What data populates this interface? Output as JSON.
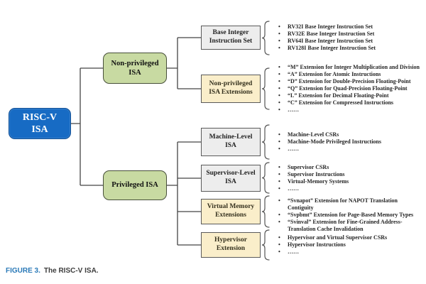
{
  "figure": {
    "root": {
      "label": "RISC-V\nISA",
      "fill": "#176bc4"
    },
    "branches": [
      {
        "label": "Non-privileged\nISA",
        "fill": "#c8daa2"
      },
      {
        "label": "Privileged ISA",
        "fill": "#c8daa2"
      }
    ],
    "groups": [
      {
        "label": "Base Integer\nInstruction Set",
        "type": "gray",
        "items": [
          "RV32I Base Integer Instruction Set",
          "RV32E Base Integer Instruction Set",
          "RV64I Base Integer Instruction Set",
          "RV128I Base Integer Instruction Set"
        ]
      },
      {
        "label": "Non-privileged\nISA Extensions",
        "type": "tan",
        "items": [
          "“M” Extension for Integer Multiplication and Division",
          "“A” Extension for Atomic Instructions",
          "“D” Extension for Double-Precision Floating-Point",
          "“Q” Extension for Quad-Precision Floating-Point",
          "“L” Extension for Decimal Floating-Point",
          "“C” Extension for Compressed Instructions",
          "……"
        ]
      },
      {
        "label": "Machine-Level\nISA",
        "type": "gray",
        "items": [
          "Machine-Level CSRs",
          "Machine-Mode Privileged Instructions",
          "……"
        ]
      },
      {
        "label": "Supervisor-Level\nISA",
        "type": "gray",
        "items": [
          "Supervisor CSRs",
          "Supervisor Instructions",
          "Virtual-Memory Systems",
          "……"
        ]
      },
      {
        "label": "Virtual Memory\nExtensions",
        "type": "tan",
        "items": [
          "“Svnapot” Extension for NAPOT Translation Contiguity",
          "“Svpbmt” Extension for Page-Based Memory Types",
          "“Svinval” Extension for Fine-Grained Address-Translation Cache Invalidation"
        ]
      },
      {
        "label": "Hypervisor\nExtension",
        "type": "tan",
        "items": [
          "Hypervisor and Virtual Supervisor CSRs",
          "Hypervisor Instructions",
          "……"
        ]
      }
    ],
    "caption": {
      "figure_label": "FIGURE 3.",
      "text": "The RISC-V ISA."
    },
    "colors": {
      "root_fill": "#176bc4",
      "branch_fill": "#c8daa2",
      "group_gray_fill": "#ededed",
      "group_tan_fill": "#faeeca",
      "connector": "#444444",
      "caption_accent": "#2b7ab8"
    }
  }
}
